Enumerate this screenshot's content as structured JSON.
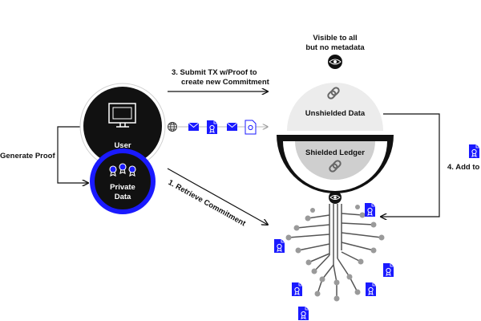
{
  "labels": {
    "generate_proof": "Generate Proof",
    "user": "User",
    "private_data_line1": "Private",
    "private_data_line2": "Data",
    "submit_tx_line1": "3. Submit TX w/Proof to",
    "submit_tx_line2": "create new Commitment",
    "retrieve_commitment": "1. Retrieve Commitment",
    "visible_line1": "Visible to all",
    "visible_line2": "but no metadata",
    "unshielded_data": "Unshielded Data",
    "shielded_ledger": "Shielded Ledger",
    "add_to": "4. Add to"
  },
  "colors": {
    "accent_blue": "#1a1aff",
    "dark": "#111111",
    "shield_gray": "#cfcfcf",
    "dome_gray": "#ececec",
    "node_gray": "#9a9a9a"
  },
  "icons": {
    "globe": "globe-icon",
    "envelope": "envelope-icon",
    "certificate": "certificate-icon",
    "monitor": "monitor-icon",
    "eye": "eye-icon",
    "link": "chain-link-icon",
    "ribbon": "ribbon-award-icon"
  }
}
